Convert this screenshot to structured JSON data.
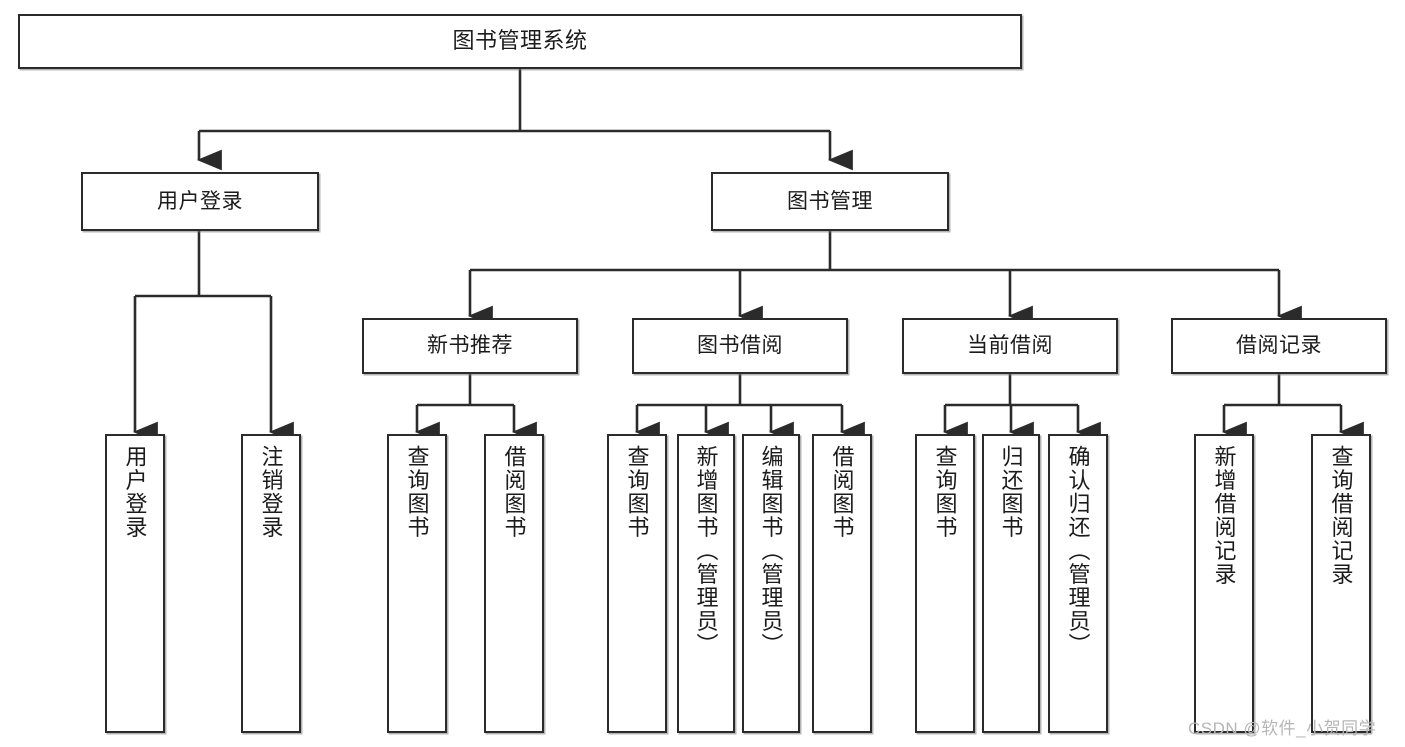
{
  "diagram": {
    "type": "hierarchy-tree",
    "title": "图书管理系统",
    "orientation": "top-down",
    "colors": {
      "box_border": "#2b2b2b",
      "box_fill": "#ffffff",
      "line": "#2b2b2b",
      "text": "#1b1b1b",
      "watermark": "#b6b6b6"
    },
    "nodes": {
      "root": {
        "label": "图书管理系统"
      },
      "level2": [
        {
          "label": "用户登录"
        },
        {
          "label": "图书管理"
        }
      ],
      "level3": [
        {
          "label": "新书推荐"
        },
        {
          "label": "图书借阅"
        },
        {
          "label": "当前借阅"
        },
        {
          "label": "借阅记录"
        }
      ],
      "leaves": {
        "user_login": [
          {
            "label": "用户登录"
          },
          {
            "label": "注销登录"
          }
        ],
        "new_book_recommend": [
          {
            "label": "查询图书"
          },
          {
            "label": "借阅图书"
          }
        ],
        "book_borrow": [
          {
            "label": "查询图书"
          },
          {
            "label": "新增图书（管理员）"
          },
          {
            "label": "编辑图书（管理员）"
          },
          {
            "label": "借阅图书"
          }
        ],
        "current_borrow": [
          {
            "label": "查询图书"
          },
          {
            "label": "归还图书"
          },
          {
            "label": "确认归还（管理员）"
          }
        ],
        "borrow_record": [
          {
            "label": "新增借阅记录"
          },
          {
            "label": "查询借阅记录"
          }
        ]
      }
    },
    "watermark": "CSDN @软件_小贺同学"
  }
}
